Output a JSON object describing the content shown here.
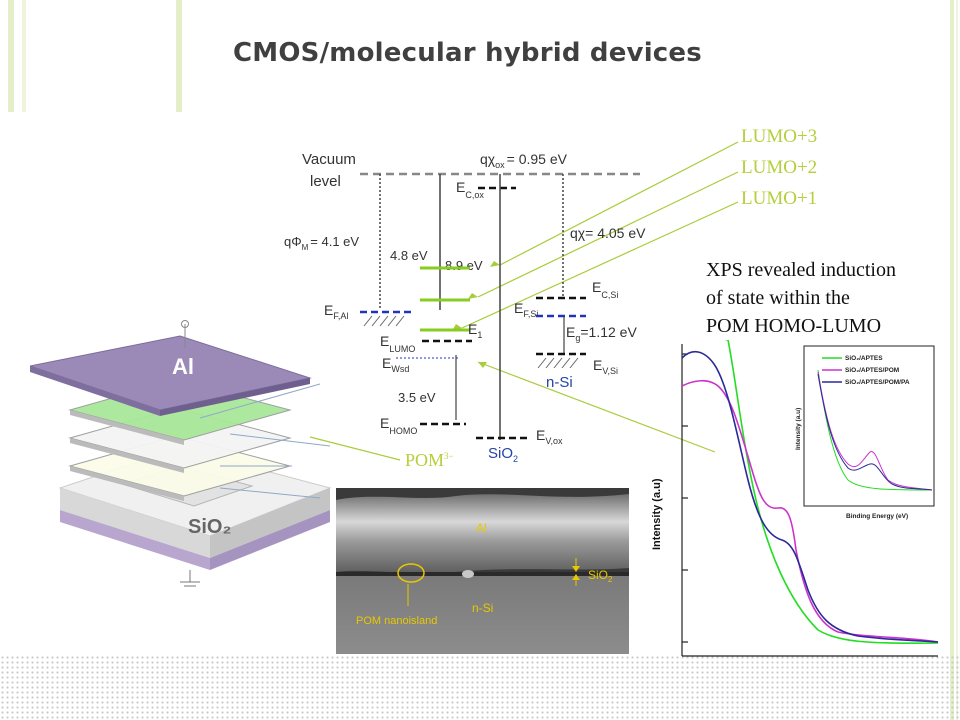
{
  "slide": {
    "title": "CMOS/molecular hybrid devices"
  },
  "lumo_labels": [
    "LUMO+3",
    "LUMO+2",
    "LUMO+1"
  ],
  "xps_note": [
    "XPS revealed induction",
    "of state within the",
    "POM HOMO-LUMO"
  ],
  "band_diagram": {
    "vacuum_line1": "Vacuum",
    "vacuum_line2": "level",
    "q_chi_ox": "qχ",
    "q_chi_ox_sub": "ox",
    "q_chi_ox_value": "= 0.95 eV",
    "e_c_ox": "E",
    "e_c_ox_sub": "C,ox",
    "q_phi_m": "qΦ",
    "q_phi_m_sub": "M",
    "q_phi_m_value": "= 4.1 eV",
    "e48": "4.8 eV",
    "e89": "8.9 eV",
    "q_chi": "qχ= 4.05 eV",
    "e_c_si": "E",
    "e_c_si_sub": "C,Si",
    "e_f_al": "E",
    "e_f_al_sub": "F,Al",
    "e_f_si": "E",
    "e_f_si_sub": "F,Si",
    "e_1": "E",
    "e_1_sub": "1",
    "e_g": "E",
    "e_g_sub": "g",
    "e_g_value": "=1.12 eV",
    "e_lumo": "E",
    "e_lumo_sub": "LUMO",
    "e_wsd": "E",
    "e_wsd_sub": "Wsd",
    "e_v_si": "E",
    "e_v_si_sub": "V,Si",
    "n_si": "n-Si",
    "e35": "3.5 eV",
    "e_homo": "E",
    "e_homo_sub": "HOMO",
    "sio2": "SiO",
    "sio2_sub": "2",
    "e_v_ox": "E",
    "e_v_ox_sub": "V,ox"
  },
  "device": {
    "al": "Al",
    "sio2": "SiO₂",
    "pom": "POM",
    "pom_charge": "3−"
  },
  "sem": {
    "al": "Al",
    "sio2": "SiO",
    "sio2_sub": "2",
    "n_si": "n-Si",
    "pom_nanoisland": "POM nanoisland"
  },
  "xps": {
    "ylabel": "Intensity (a.u)",
    "inset_ylabel": "Intensity (a.u)",
    "inset_xlabel": "Binding Energy (eV)",
    "legend": [
      {
        "label": "SiO₂/APTES",
        "color": "#22dd22"
      },
      {
        "label": "SiO₂/APTES/POM",
        "color": "#cc33cc"
      },
      {
        "label": "SiO₂/APTES/POM/PA",
        "color": "#2a2a9a"
      }
    ]
  },
  "colors": {
    "accent_green": "#b5cf3c",
    "level_green": "#88cc22",
    "level_blue": "#2233bb",
    "al_purple": "#9b8ab8"
  }
}
